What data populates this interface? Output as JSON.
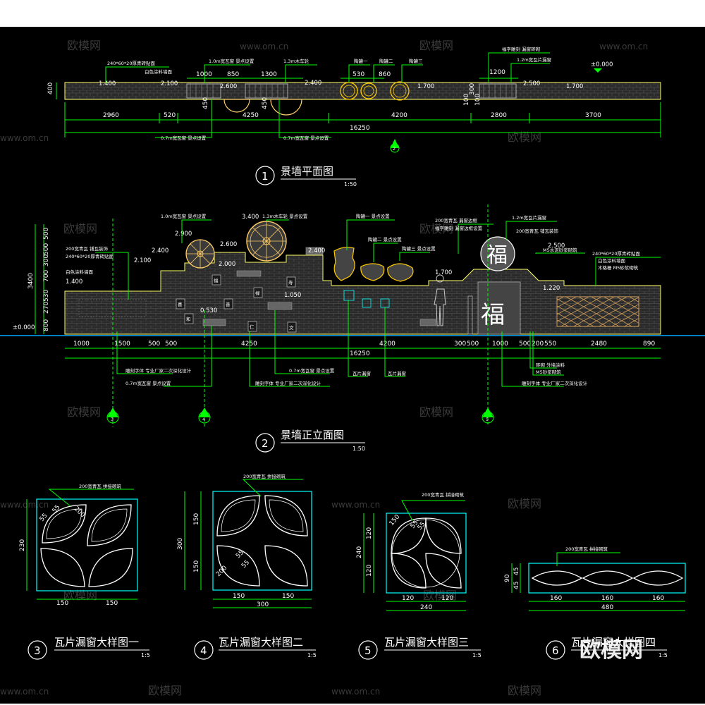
{
  "colors": {
    "background": "#000000",
    "dimension": "#00ff00",
    "wall_outline": "#ffff66",
    "frame": "#00ffff",
    "text": "#ffffff"
  },
  "plan": {
    "title": "景墙平面图",
    "number": "1",
    "scale": "1:50",
    "wall_thickness": "400",
    "segments": [
      "2960",
      "520",
      "4250",
      "4200",
      "2800",
      "3700"
    ],
    "total": "16250",
    "sub_dims": [
      "1000",
      "850",
      "1300",
      "530",
      "860",
      "1200"
    ],
    "elevations": [
      "1.400",
      "2.100",
      "2.600",
      "2.400",
      "1.700",
      "2.500",
      "1.700",
      "±0.000"
    ],
    "notes": {
      "n1": "240*60*20厚青砖贴面",
      "n1b": "白色涂料墙面",
      "n2": "1.0m宽瓦窗 景点设置",
      "n3": "1.3m木车轮",
      "n4": "陶罐一",
      "n5": "陶罐二",
      "n6": "陶罐三",
      "n7": "福字雕刻 漏窗砖砌",
      "n8": "1.2m宽瓦片漏窗",
      "n9": "0.7m宽瓦窗 景点设置",
      "n10": "0.7m宽瓦窗 景点设置"
    },
    "small_dims": [
      "400",
      "450",
      "100",
      "300",
      "100"
    ],
    "section_mark": "2"
  },
  "elevation": {
    "title": "景墙正立面图",
    "number": "2",
    "scale": "1:50",
    "left_dims": [
      "500",
      "500",
      "300",
      "700",
      "530",
      "270",
      "800"
    ],
    "left_total": "3400",
    "bottom": [
      "1000",
      "1500",
      "500",
      "500",
      "4250",
      "4200",
      "300",
      "500",
      "1000",
      "500",
      "200",
      "550",
      "2480",
      "890"
    ],
    "total": "16250",
    "levels": [
      "2.900",
      "3.400",
      "2.600",
      "2.400",
      "2.100",
      "2.000",
      "2.400",
      "1.700",
      "1.400",
      "1.050",
      "0.530",
      "2.500",
      "1.220",
      "±0.000"
    ],
    "tiles": [
      "福",
      "禄",
      "寿",
      "喜",
      "善",
      "仁",
      "和",
      "文"
    ],
    "fu_char": "福",
    "notes": {
      "a1": "1.0m宽瓦窗 景点设置",
      "a2": "1.3m木车轮 景点设置",
      "a3": "陶罐一 景点设置",
      "a4": "200宽青瓦 漏窗边框",
      "a5": "福字雕刻 漏窗边框设置",
      "a6": "1.2m宽瓦片漏窗",
      "a7": "200宽青瓦 铺瓦装饰",
      "a8": "240*60*20厚青砖贴面",
      "a9": "白色涂料墙面",
      "a10": "陶罐二 景点设置",
      "a11": "陶罐三 景点设置",
      "a12": "M5水泥砂浆砌筑",
      "a13": "240*60*20厚青砖贴面",
      "a14": "白色涂料墙面",
      "a15": "木格栅 M5砂浆砌筑",
      "a16": "雕刻字体 专业厂家二次深化设计",
      "a17": "0.7m宽瓦窗 景点设置",
      "a18": "雕刻字体 专业厂家二次深化设计",
      "a19": "0.7m宽瓦窗 景点设置",
      "a20": "瓦片漏窗",
      "a21": "瓦片漏窗",
      "a22": "砖砌 外墙涂料",
      "a23": "M5砂浆砌筑",
      "a24": "雕刻字体 专业厂家二次深化设计"
    },
    "section_marks": [
      "3",
      "4",
      "5"
    ]
  },
  "details": [
    {
      "number": "3",
      "title": "瓦片漏窗大样图一",
      "scale": "1:5",
      "note": "200宽青瓦 拼接砌筑",
      "dims": [
        "230",
        "150",
        "150",
        "55",
        "55",
        "200"
      ]
    },
    {
      "number": "4",
      "title": "瓦片漏窗大样图二",
      "scale": "1:5",
      "note": "200宽青瓦 拼接砌筑",
      "dims": [
        "150",
        "150",
        "300",
        "150",
        "150",
        "300",
        "55",
        "55",
        "200"
      ]
    },
    {
      "number": "5",
      "title": "瓦片漏窗大样图三",
      "scale": "1:5",
      "note": "200宽青瓦 拼接砌筑",
      "dims": [
        "120",
        "120",
        "240",
        "120",
        "120",
        "240",
        "150",
        "55",
        "55"
      ]
    },
    {
      "number": "6",
      "title": "瓦片漏窗大样图四",
      "scale": "1:5",
      "note": "200宽青瓦 拼接砌筑",
      "dims": [
        "45",
        "45",
        "90",
        "160",
        "160",
        "160",
        "480"
      ]
    }
  ],
  "watermark": {
    "brand": "欧模网",
    "url": "www.om.cn",
    "big": "欧模网"
  }
}
